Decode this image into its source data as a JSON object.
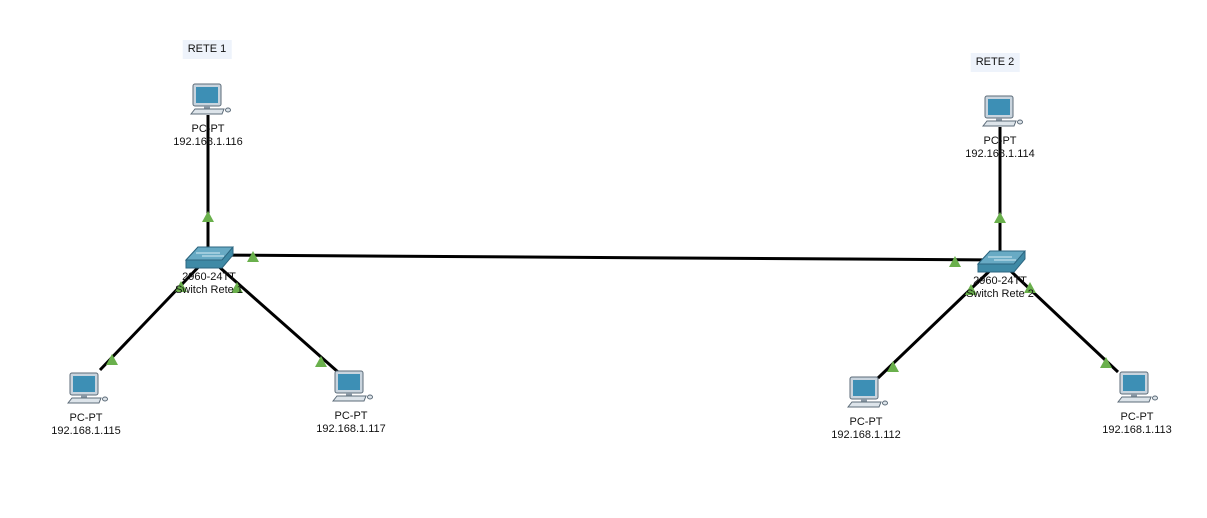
{
  "notes": [
    {
      "id": "rete-1-note",
      "text": "RETE 1"
    },
    {
      "id": "rete-2-note",
      "text": "RETE 2"
    }
  ],
  "switches": [
    {
      "id": "switch-rete-1",
      "model": "2960-24TT",
      "name": "Switch Rete 1"
    },
    {
      "id": "switch-rete-2",
      "model": "2960-24TT",
      "name": "Switch Rete 2"
    }
  ],
  "pcs": [
    {
      "id": "pc-116",
      "type": "PC-PT",
      "ip": "192.168.1.116"
    },
    {
      "id": "pc-115",
      "type": "PC-PT",
      "ip": "192.168.1.115"
    },
    {
      "id": "pc-117",
      "type": "PC-PT",
      "ip": "192.168.1.117"
    },
    {
      "id": "pc-114",
      "type": "PC-PT",
      "ip": "192.168.1.114"
    },
    {
      "id": "pc-112",
      "type": "PC-PT",
      "ip": "192.168.1.112"
    },
    {
      "id": "pc-113",
      "type": "PC-PT",
      "ip": "192.168.1.113"
    }
  ],
  "links": [
    {
      "from": "switch-rete-1",
      "to": "pc-116"
    },
    {
      "from": "switch-rete-1",
      "to": "pc-115"
    },
    {
      "from": "switch-rete-1",
      "to": "pc-117"
    },
    {
      "from": "switch-rete-1",
      "to": "switch-rete-2"
    },
    {
      "from": "switch-rete-2",
      "to": "pc-114"
    },
    {
      "from": "switch-rete-2",
      "to": "pc-112"
    },
    {
      "from": "switch-rete-2",
      "to": "pc-113"
    }
  ],
  "colors": {
    "link": "#000000",
    "link_up_indicator": "#6ab04c",
    "switch_body": "#3f8aa6",
    "pc_body": "#c9d4de",
    "pc_screen": "#3d8fb5",
    "note_background": "#eef3fb"
  },
  "icons": {
    "pc": "desktop-computer-icon",
    "switch": "network-switch-icon"
  }
}
